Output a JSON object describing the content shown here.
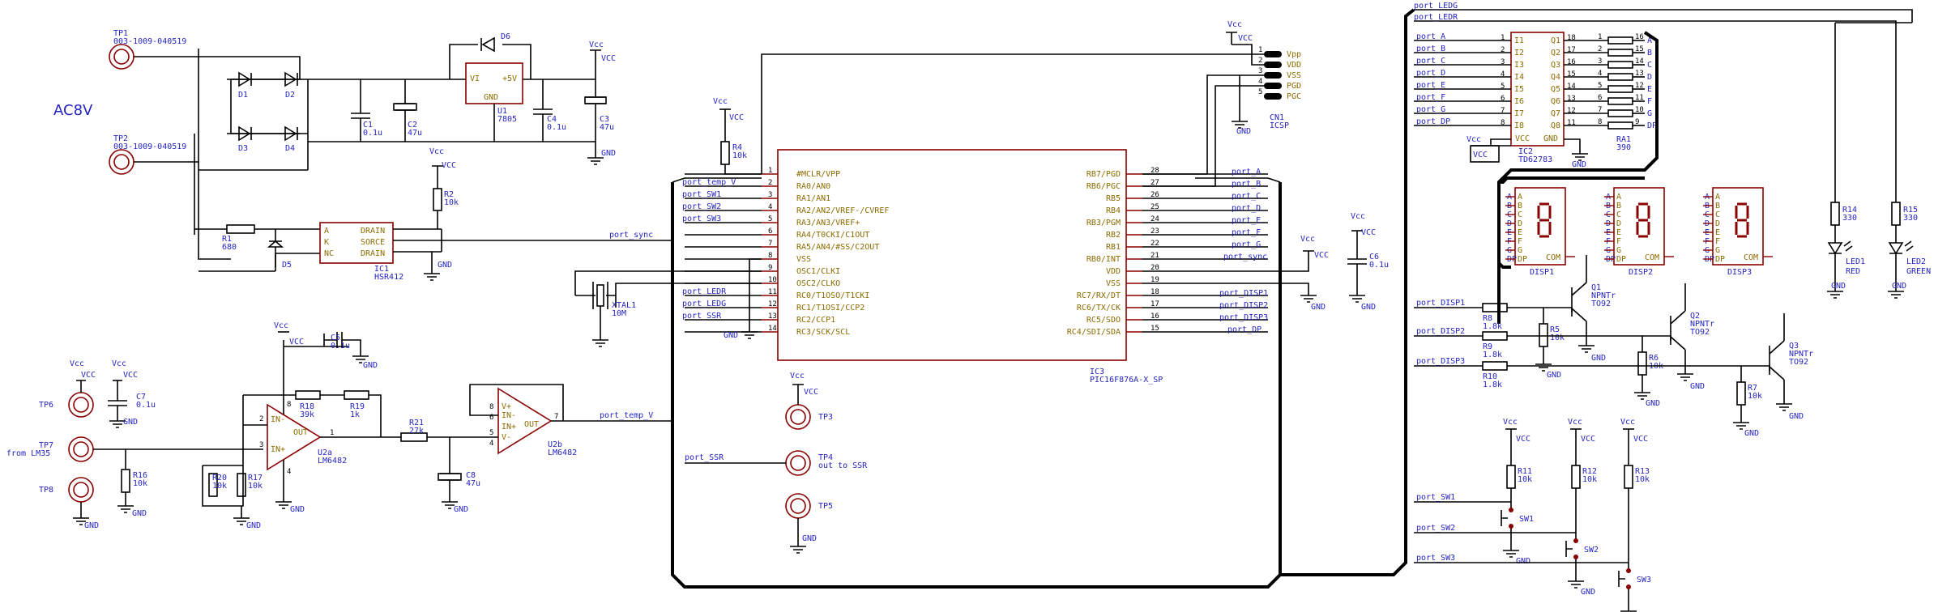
{
  "power": {
    "label": "AC8V"
  },
  "rails": {
    "vcc": "VCC",
    "gnd": "GND",
    "vcc_small": "Vcc"
  },
  "ports": {
    "temp_v": "port_temp_V",
    "sw1": "port_SW1",
    "sw2": "port_SW2",
    "sw3": "port_SW3",
    "sync": "port_sync",
    "ledr": "port_LEDR",
    "ledg": "port_LEDG",
    "ssr": "port_SSR",
    "a": "port_A",
    "b": "port_B",
    "c": "port_C",
    "d": "port_D",
    "e": "port_E",
    "f": "port_F",
    "g": "port_G",
    "dp": "port_DP",
    "disp1": "port_DISP1",
    "disp2": "port_DISP2",
    "disp3": "port_DISP3"
  },
  "parts": {
    "tp1": {
      "ref": "TP1",
      "val": "003-1009-040519"
    },
    "tp2": {
      "ref": "TP2",
      "val": "003-1009-040519"
    },
    "d1": "D1",
    "d2": "D2",
    "d3": "D3",
    "d4": "D4",
    "d5": "D5",
    "d6": "D6",
    "c1": {
      "ref": "C1",
      "val": "0.1u"
    },
    "c2": {
      "ref": "C2",
      "val": "47u"
    },
    "c3": {
      "ref": "C3",
      "val": "47u"
    },
    "c4": {
      "ref": "C4",
      "val": "0.1u"
    },
    "c5": {
      "ref": "C5",
      "val": "0.1u"
    },
    "c6": {
      "ref": "C6",
      "val": "0.1u"
    },
    "c7": {
      "ref": "C7",
      "val": "0.1u"
    },
    "c8": {
      "ref": "C8",
      "val": "47u"
    },
    "u1": {
      "ref": "U1",
      "val": "7805",
      "vi": "VI",
      "vo": "+5V",
      "gnd": "GND"
    },
    "r1": {
      "ref": "R1",
      "val": "680"
    },
    "r2": {
      "ref": "R2",
      "val": "10k"
    },
    "r4": {
      "ref": "R4",
      "val": "10k"
    },
    "r5": {
      "ref": "R5",
      "val": "10k"
    },
    "r6": {
      "ref": "R6",
      "val": "10k"
    },
    "r7": {
      "ref": "R7",
      "val": "10k"
    },
    "r8": {
      "ref": "R8",
      "val": "1.8k"
    },
    "r9": {
      "ref": "R9",
      "val": "1.8k"
    },
    "r10": {
      "ref": "R10",
      "val": "1.8k"
    },
    "r11": {
      "ref": "R11",
      "val": "10k"
    },
    "r12": {
      "ref": "R12",
      "val": "10k"
    },
    "r13": {
      "ref": "R13",
      "val": "10k"
    },
    "r14": {
      "ref": "R14",
      "val": "330"
    },
    "r15": {
      "ref": "R15",
      "val": "330"
    },
    "r16": {
      "ref": "R16",
      "val": "10k"
    },
    "r17": {
      "ref": "R17",
      "val": "10k"
    },
    "r18": {
      "ref": "R18",
      "val": "39k"
    },
    "r19": {
      "ref": "R19",
      "val": "1k"
    },
    "r20": {
      "ref": "R20",
      "val": "10k"
    },
    "r21": {
      "ref": "R21",
      "val": "27k"
    },
    "ra1": {
      "ref": "RA1",
      "val": "390"
    },
    "ic1": {
      "ref": "IC1",
      "val": "HSR412",
      "a": "A",
      "k": "K",
      "nc": "NC",
      "drain": "DRAIN",
      "source": "SORCE"
    },
    "ic2": {
      "ref": "IC2",
      "val": "TD62783",
      "vcc": "VCC",
      "gnd": "GND",
      "ins": [
        "I1",
        "I2",
        "I3",
        "I4",
        "I5",
        "I6",
        "I7",
        "I8"
      ],
      "outs": [
        "Q1",
        "Q2",
        "Q3",
        "Q4",
        "Q5",
        "Q6",
        "Q7",
        "Q8"
      ]
    },
    "ic3": {
      "ref": "IC3",
      "val": "PIC16F876A-X_SP",
      "left": [
        "#MCLR/VPP",
        "RA0/AN0",
        "RA1/AN1",
        "RA2/AN2/VREF-/CVREF",
        "RA3/AN3/VREF+",
        "RA4/T0CKI/C1OUT",
        "RA5/AN4/#SS/C2OUT",
        "VSS",
        "OSC1/CLKI",
        "OSC2/CLKO",
        "RC0/T1OSO/T1CKI",
        "RC1/T1OSI/CCP2",
        "RC2/CCP1",
        "RC3/SCK/SCL"
      ],
      "right": [
        "RB7/PGD",
        "RB6/PGC",
        "RB5",
        "RB4",
        "RB3/PGM",
        "RB2",
        "RB1",
        "RB0/INT",
        "VDD",
        "VSS",
        "RC7/RX/DT",
        "RC6/TX/CK",
        "RC5/SDO",
        "RC4/SDI/SDA"
      ]
    },
    "cn1": {
      "ref": "CN1",
      "val": "ICSP",
      "pins": [
        "Vpp",
        "VDD",
        "VSS",
        "PGD",
        "PGC"
      ]
    },
    "xtal1": {
      "ref": "XTAL1",
      "val": "10M"
    },
    "u2a": {
      "ref": "U2a",
      "val": "LM6482"
    },
    "u2b": {
      "ref": "U2b",
      "val": "LM6482"
    },
    "opamp": {
      "in_minus": "IN-",
      "in_plus": "IN+",
      "out": "OUT",
      "vplus": "V+",
      "vminus": "V-"
    },
    "tp3": "TP3",
    "tp4": {
      "ref": "TP4",
      "note": "out to SSR"
    },
    "tp5": "TP5",
    "tp6": "TP6",
    "tp7": {
      "ref": "TP7",
      "note": "from LM35"
    },
    "tp8": "TP8",
    "q1": {
      "ref": "Q1",
      "val": "NPNTr",
      "pkg": "TO92"
    },
    "q2": {
      "ref": "Q2",
      "val": "NPNTr",
      "pkg": "TO92"
    },
    "q3": {
      "ref": "Q3",
      "val": "NPNTr",
      "pkg": "TO92"
    },
    "disp1": "DISP1",
    "disp2": "DISP2",
    "disp3": "DISP3",
    "seg_letters": [
      "A",
      "B",
      "C",
      "D",
      "E",
      "F",
      "G",
      "DP"
    ],
    "com": "COM",
    "led1": {
      "ref": "LED1",
      "val": "RED"
    },
    "led2": {
      "ref": "LED2",
      "val": "GREEN"
    },
    "sw1": "SW1",
    "sw2": "SW2",
    "sw3": "SW3"
  }
}
